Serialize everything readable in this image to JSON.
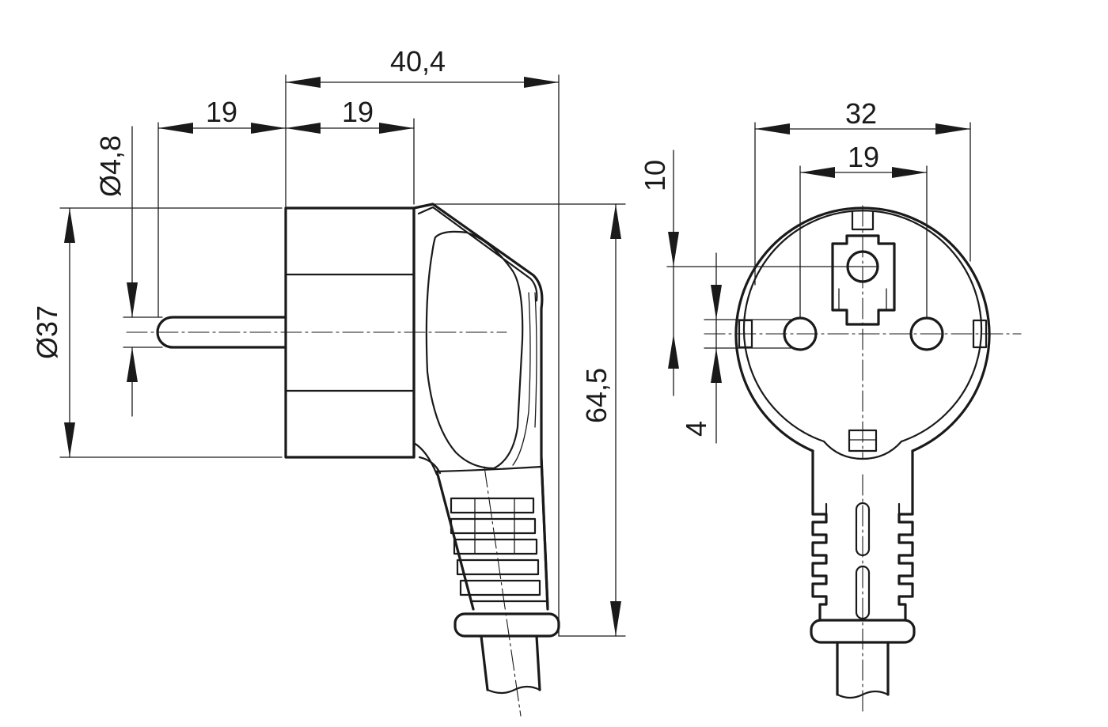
{
  "dimensions": {
    "total_depth": "40,4",
    "pin_length": "19",
    "body_depth": "19",
    "pin_diameter": "Ø4,8",
    "body_diameter": "Ø37",
    "height": "64,5",
    "face_width": "32",
    "pin_spacing": "19",
    "top_offset": "10",
    "pin_offset": "4"
  }
}
